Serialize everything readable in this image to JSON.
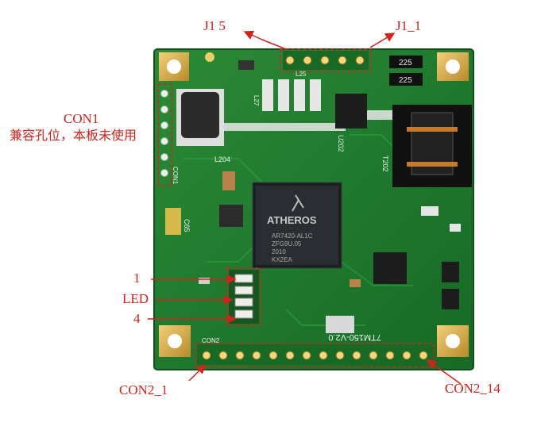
{
  "labels": {
    "j1_5": "J1  5",
    "j1_1": "J1_1",
    "con1": "CON1",
    "con1_note": "兼容孔位，本板未使用",
    "pin1": "1",
    "led": "LED",
    "pin4": "4",
    "con2_1": "CON2_1",
    "con2_14": "CON2_14"
  },
  "board_markings": {
    "chip_brand": "ATHEROS",
    "chip_part": "AR7420-AL1C",
    "chip_line2": "ZFG9U.05",
    "chip_line3": "2010",
    "chip_line4": "KX2EA",
    "board_name": "7TM150-V2.0",
    "label_u202": "U202",
    "label_l204": "L204",
    "label_c65": "C65",
    "label_t202": "T202",
    "label_con1": "CON1",
    "label_con2": "CON2",
    "res_225_a": "225",
    "res_225_b": "225",
    "label_l27": "L27",
    "label_l25": "L25"
  },
  "colors": {
    "annotation": "#d2221b",
    "pcb_green": "#1f7a2e",
    "gold": "#d9b24a"
  }
}
